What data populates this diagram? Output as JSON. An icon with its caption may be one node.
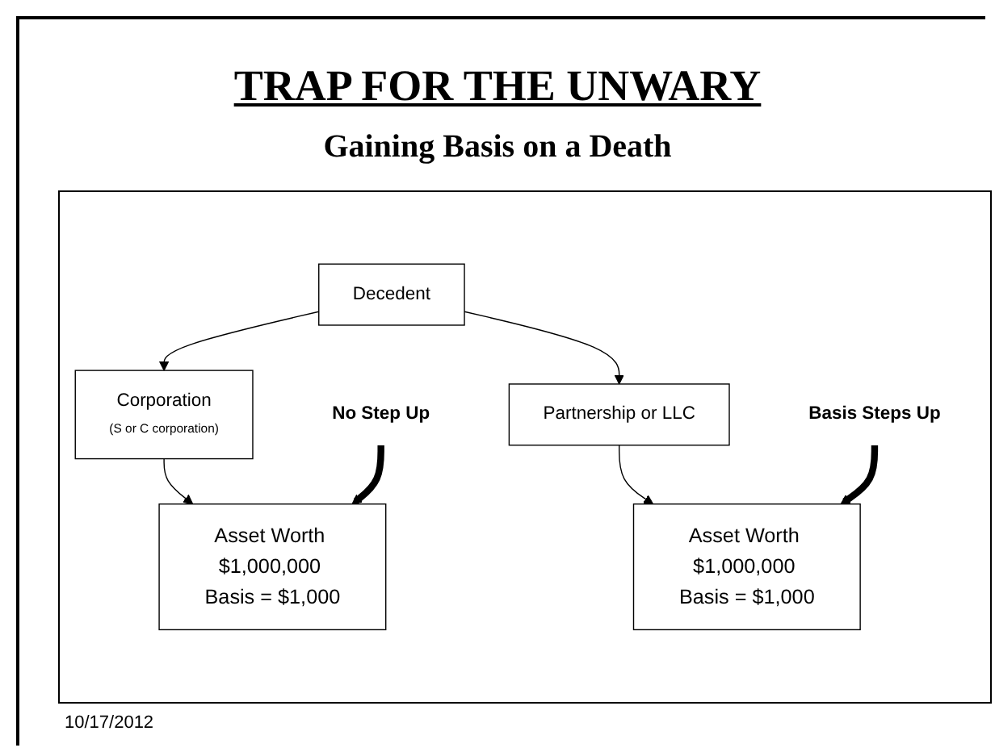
{
  "diagram": {
    "title": "TRAP FOR THE UNWARY",
    "nodes": [
      {
        "text": [
          "Decedent"
        ]
      },
      {
        "text": [
          "Corporation",
          "(S or C corporation)"
        ]
      },
      {
        "text": [
          "Partnership or LLC"
        ]
      },
      {
        "text": [
          "Asset Worth $1,000,000 Basis = $1,000"
        ]
      },
      {
        "text": [
          "Asset Worth $1,000,000 Basis = $1,000"
        ]
      },
      {
        "text": [
          "Basis Steps Up"
        ]
      },
      {
        "text": [
          "No Step Up"
        ]
      }
    ],
    "edges": [
      {
        "from": 0,
        "to": 1,
        "arrow": "to"
      },
      {
        "from": 0,
        "to": 2,
        "arrow": "to"
      },
      {
        "from": 1,
        "to": 3,
        "arrow": "to"
      },
      {
        "from": 2,
        "to": 4,
        "arrow": "to"
      },
      {
        "from": 5,
        "to": 4,
        "arrow": "to",
        "style": "thick"
      },
      {
        "from": 6,
        "to": 3,
        "arrow": "to",
        "style": "thick"
      }
    ],
    "labels": [
      "Gaining Basis on a Death",
      "10/17/2012"
    ]
  }
}
